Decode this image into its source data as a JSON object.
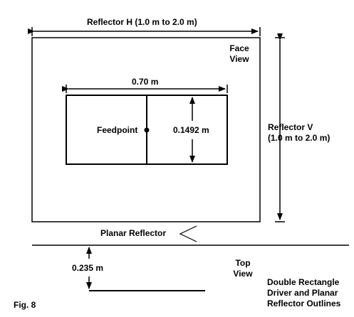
{
  "labels": {
    "reflector_h": "Reflector H (1.0 m to 2.0 m)",
    "face_view_1": "Face",
    "face_view_2": "View",
    "width_070": "0.70 m",
    "feedpoint": "Feedpoint",
    "height_01492": "0.1492 m",
    "reflector_v_1": "Reflector V",
    "reflector_v_2": "(1.0 m to 2.0 m)",
    "planar_reflector": "Planar Reflector",
    "spacing_0235": "0.235 m",
    "top_view_1": "Top",
    "top_view_2": "View",
    "caption_1": "Double Rectangle",
    "caption_2": "Driver and Planar",
    "caption_3": "Reflector Outlines",
    "fig": "Fig. 8"
  },
  "colors": {
    "line": "#000000",
    "background": "#ffffff"
  }
}
